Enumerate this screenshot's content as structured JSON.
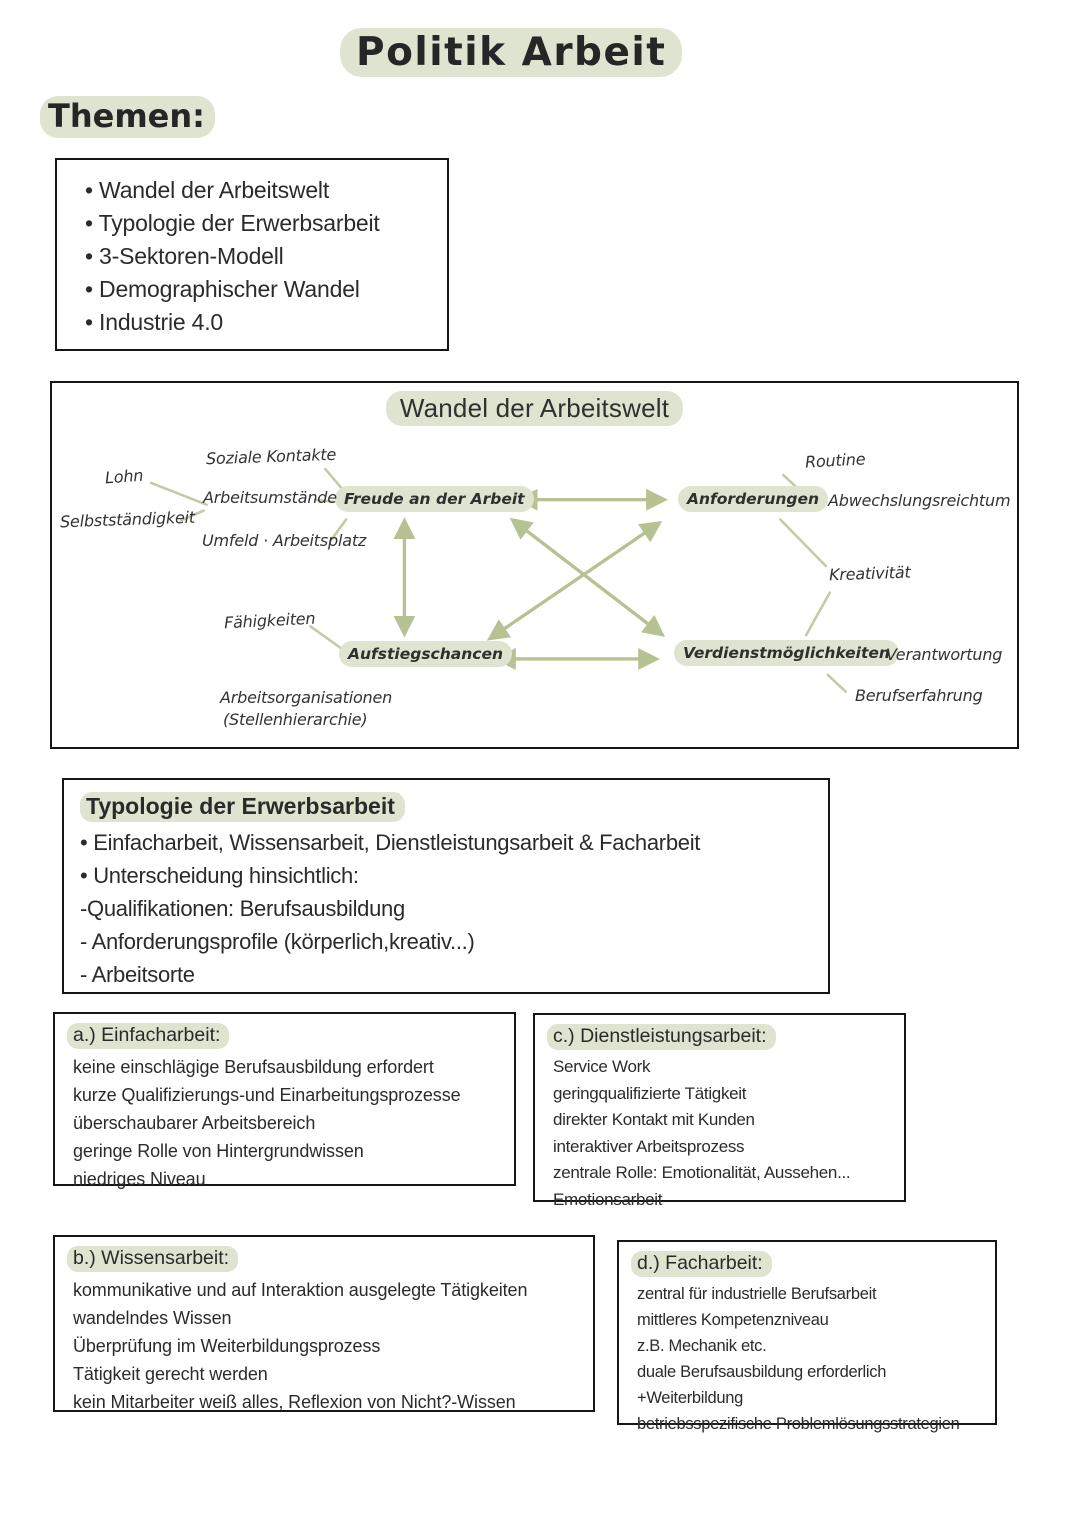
{
  "header": {
    "title": "Politik Arbeit",
    "themen_label": "Themen:"
  },
  "topics": {
    "items": [
      "Wandel der Arbeitswelt",
      "Typologie der Erwerbsarbeit",
      "3-Sektoren-Modell",
      "Demographischer Wandel",
      "Industrie 4.0"
    ]
  },
  "diagram": {
    "title": "Wandel der Arbeitswelt",
    "nodes": {
      "freude": "Freude an der Arbeit",
      "anforderungen": "Anforderungen",
      "aufstieg": "Aufstiegschancen",
      "verdienst": "Verdienstmöglichkeiten"
    },
    "satellites": {
      "lohn": "Lohn",
      "soziale_kontakte": "Soziale Kontakte",
      "arbeitsumstaende": "Arbeitsumstände",
      "selbststaendigkeit": "Selbstständigkeit",
      "umfeld_arbeitsplatz": "Umfeld · Arbeitsplatz",
      "faehigkeiten": "Fähigkeiten",
      "arbeitsorganisationen": "Arbeitsorganisationen",
      "stellenhierarchie": "(Stellenhierarchie)",
      "routine": "Routine",
      "abwechslungsreichtum": "Abwechslungsreichtum",
      "kreativitaet": "Kreativität",
      "verantwortung": "Verantwortung",
      "berufserfahrung": "Berufserfahrung"
    }
  },
  "typologie": {
    "title": "Typologie der Erwerbsarbeit",
    "lines": [
      "• Einfacharbeit, Wissensarbeit, Dienstleistungsarbeit & Facharbeit",
      "• Unterscheidung hinsichtlich:",
      "-Qualifikationen: Berufsausbildung",
      "- Anforderungsprofile (körperlich,kreativ...)",
      "- Arbeitsorte"
    ]
  },
  "cards": {
    "a": {
      "title": "a.) Einfacharbeit:",
      "lines": [
        "keine einschlägige Berufsausbildung erfordert",
        "kurze Qualifizierungs-und Einarbeitungsprozesse",
        "überschaubarer Arbeitsbereich",
        "geringe Rolle von Hintergrundwissen",
        "niedriges Niveau"
      ]
    },
    "c": {
      "title": "c.) Dienstleistungsarbeit:",
      "lines": [
        "Service Work",
        "geringqualifizierte Tätigkeit",
        "direkter Kontakt mit Kunden",
        "interaktiver Arbeitsprozess",
        "zentrale Rolle: Emotionalität, Aussehen...",
        "Emotionsarbeit"
      ]
    },
    "b": {
      "title": "b.) Wissensarbeit:",
      "lines": [
        "kommunikative und auf Interaktion ausgelegte Tätigkeiten",
        "wandelndes Wissen",
        "Überprüfung im Weiterbildungsprozess",
        "Tätigkeit gerecht werden",
        "kein Mitarbeiter weiß alles, Reflexion von Nicht?-Wissen"
      ]
    },
    "d": {
      "title": "d.) Facharbeit:",
      "lines": [
        "zentral für industrielle Berufsarbeit",
        "mittleres Kompetenzniveau",
        "z.B. Mechanik etc.",
        "duale Berufsausbildung erforderlich",
        "+Weiterbildung",
        "betriebsspezifische Problemlösungsstrategien"
      ]
    }
  },
  "colors": {
    "highlight": "#dfe4d0",
    "arrow": "#b7c293",
    "thin_line": "#c1cba4",
    "ink": "#2f2f2f",
    "text": "#2b2b2b",
    "border": "#161616"
  }
}
